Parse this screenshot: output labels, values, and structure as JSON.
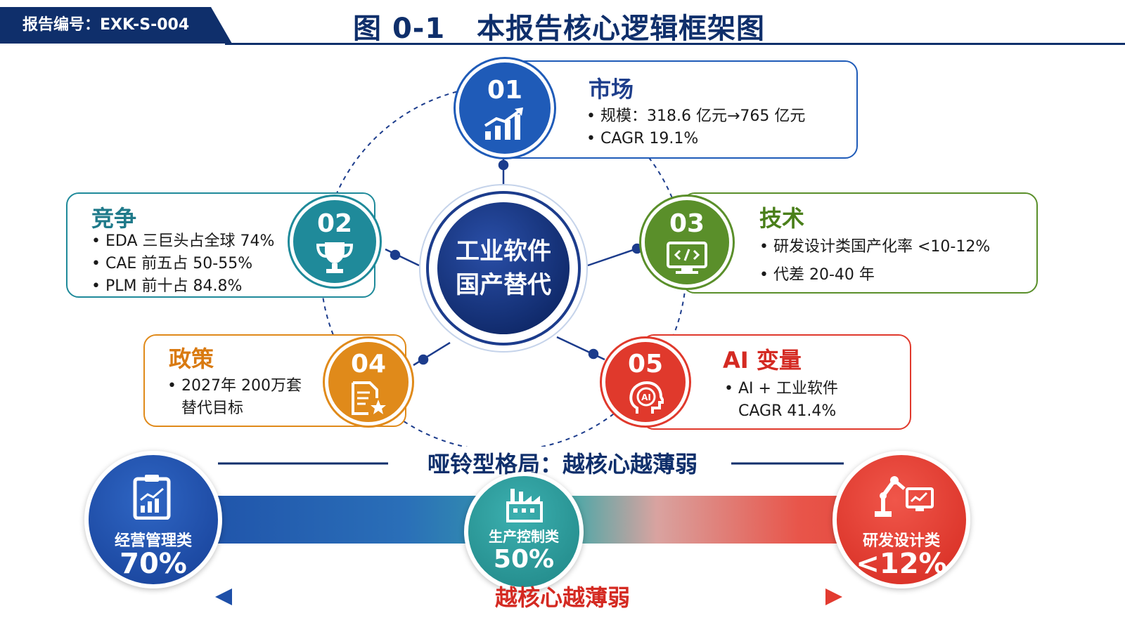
{
  "header": {
    "report_no": "报告编号：EXK-S-004",
    "title": "图 0-1   本报告核心逻辑框架图"
  },
  "center": {
    "line1": "工业软件",
    "line2": "国产替代"
  },
  "nodes": [
    {
      "num": "01",
      "title": "市场",
      "color": "#1f5bb8",
      "icon": "growth-chart-icon",
      "bullets": [
        "规模：318.6 亿元→765 亿元",
        "CAGR 19.1%"
      ]
    },
    {
      "num": "02",
      "title": "竞争",
      "color": "#1f8a9a",
      "icon": "trophy-icon",
      "bullets": [
        "EDA 三巨头占全球 74%",
        "CAE 前五占 50-55%",
        "PLM 前十占 84.8%"
      ]
    },
    {
      "num": "03",
      "title": "技术",
      "color": "#5a8f2a",
      "icon": "code-monitor-icon",
      "bullets": [
        "研发设计类国产化率 <10-12%",
        "代差 20-40 年"
      ]
    },
    {
      "num": "04",
      "title": "政策",
      "color": "#e08a1a",
      "icon": "document-star-icon",
      "bullets": [
        "2027年 200万套",
        "替代目标"
      ]
    },
    {
      "num": "05",
      "title": "AI 变量",
      "color": "#e0392c",
      "icon": "ai-head-icon",
      "bullets": [
        "AI + 工业软件",
        "CAGR 41.4%"
      ]
    }
  ],
  "dumbbell": {
    "title": "哑铃型格局：越核心越薄弱",
    "left": {
      "label": "经营管理类",
      "value": "70%",
      "color": "#1e4fa8",
      "icon": "clipboard-chart-icon"
    },
    "middle": {
      "label": "生产控制类",
      "value": "50%",
      "color": "#2a9a9a",
      "icon": "factory-icon"
    },
    "right": {
      "label": "研发设计类",
      "value": "<12%",
      "color": "#e23b30",
      "icon": "robot-arm-monitor-icon"
    },
    "caption": "越核心越薄弱"
  }
}
